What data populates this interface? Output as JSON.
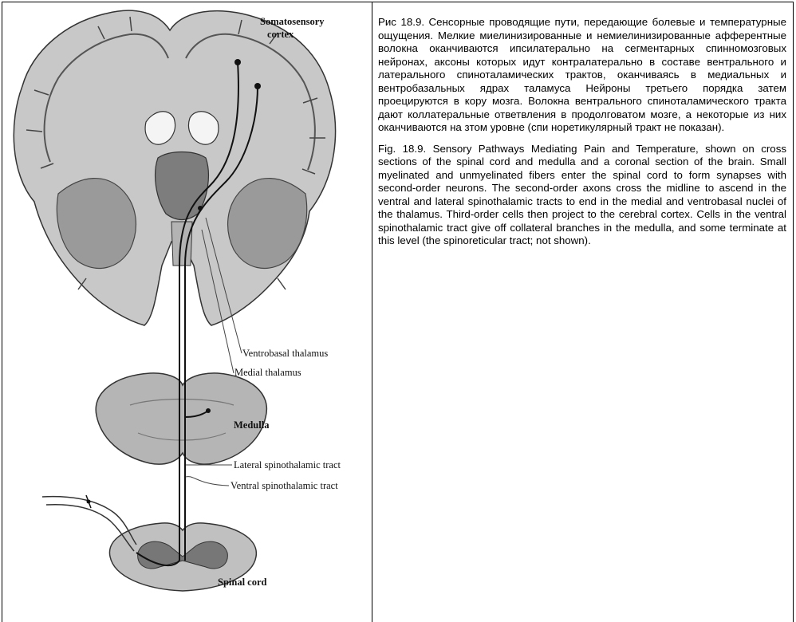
{
  "figure": {
    "labels": {
      "somatosensory_cortex": [
        "Somatosensory",
        "cortex"
      ],
      "ventrobasal_thalamus": "Ventrobasal thalamus",
      "medial_thalamus": "Medial thalamus",
      "medulla": "Medulla",
      "lateral_tract": "Lateral spinothalamic tract",
      "ventral_tract": "Ventral spinothalamic tract",
      "spinal_cord": "Spinal cord"
    }
  },
  "caption": {
    "russian": "Рис 18.9. Сенсорные проводящие пути, передающие болевые и температурные ощущения. Мелкие миелинизированные и немиелинизированные афферентные волокна оканчиваются ипсилатерально на сегментарных спинномозговых нейронах, аксоны которых идут контралатерально в составе вентрального и латерального спиноталамических трактов, оканчиваясь в медиальных и вентробазальных ядрах таламуса Нейроны третьего порядка затем проецируются в кору мозга. Волокна вентрального спиноталамического тракта дают коллатеральные ответвления в продолговатом мозге, а некоторые из них оканчиваются на зтом уровне (спи норетикулярный тракт не показан).",
    "english": "Fig. 18.9. Sensory Pathways Mediating Pain and Temperature, shown on cross sections of the spinal cord and medulla and a coronal section of the brain. Small myelinated and unmyelinated fibers enter the spinal cord to form synapses with second-order neurons. The second-order axons cross the midline to ascend in the ventral and lateral spinothalamic tracts to end in the medial and ventrobasal nuclei of the thalamus. Third-order cells then project to the cerebral cortex. Cells in the ventral spinothalamic tract give off collateral branches in the medulla, and some terminate at this level (the spinoreticular tract; not shown)."
  }
}
